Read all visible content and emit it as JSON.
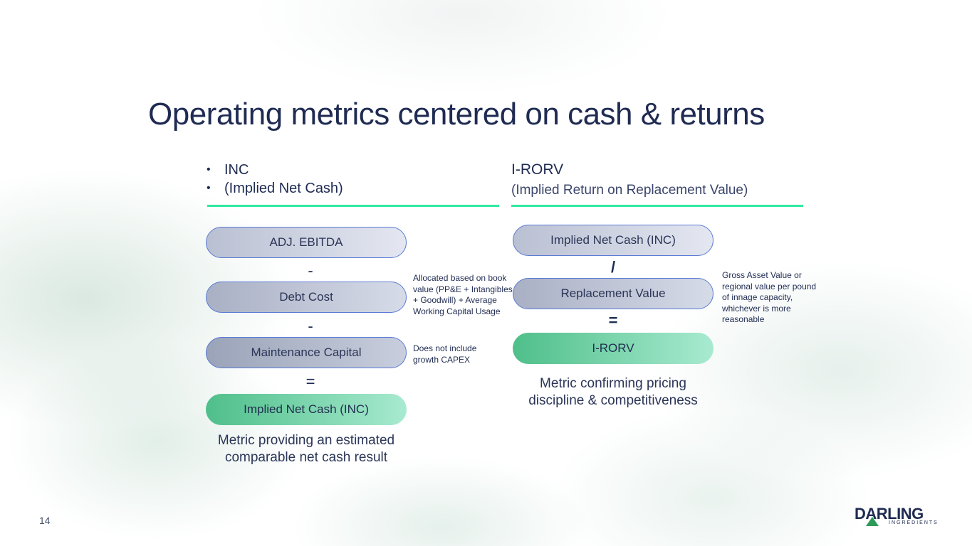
{
  "title": "Operating metrics centered on cash & returns",
  "left": {
    "bullets": [
      "INC",
      "(Implied Net Cash)"
    ],
    "pills": [
      "ADJ. EBITDA",
      "Debt Cost",
      "Maintenance Capital",
      "Implied Net Cash (INC)"
    ],
    "operators": [
      "-",
      "-",
      "="
    ],
    "notes": [
      "Allocated based on book value (PP&E + Intangibles + Goodwill) + Average Working Capital Usage",
      "Does not include growth CAPEX"
    ],
    "caption": "Metric providing an estimated comparable net cash result"
  },
  "right": {
    "heading": "I-RORV",
    "subheading": "(Implied Return on Replacement Value)",
    "pills": [
      "Implied Net Cash (INC)",
      "Replacement Value",
      "I-RORV"
    ],
    "operators": [
      "/",
      "="
    ],
    "note": "Gross Asset Value or regional value per pound of innage capacity, whichever is more reasonable",
    "caption": "Metric confirming pricing discipline & competitiveness"
  },
  "footer": {
    "page_number": "14",
    "logo_text": "DARLING",
    "logo_subtext": "INGREDIENTS"
  },
  "colors": {
    "title": "#1f2b52",
    "accent_line": "#2ee8a0",
    "pill_border": "#5a7ad6",
    "result_green": "#4fbf8a"
  }
}
